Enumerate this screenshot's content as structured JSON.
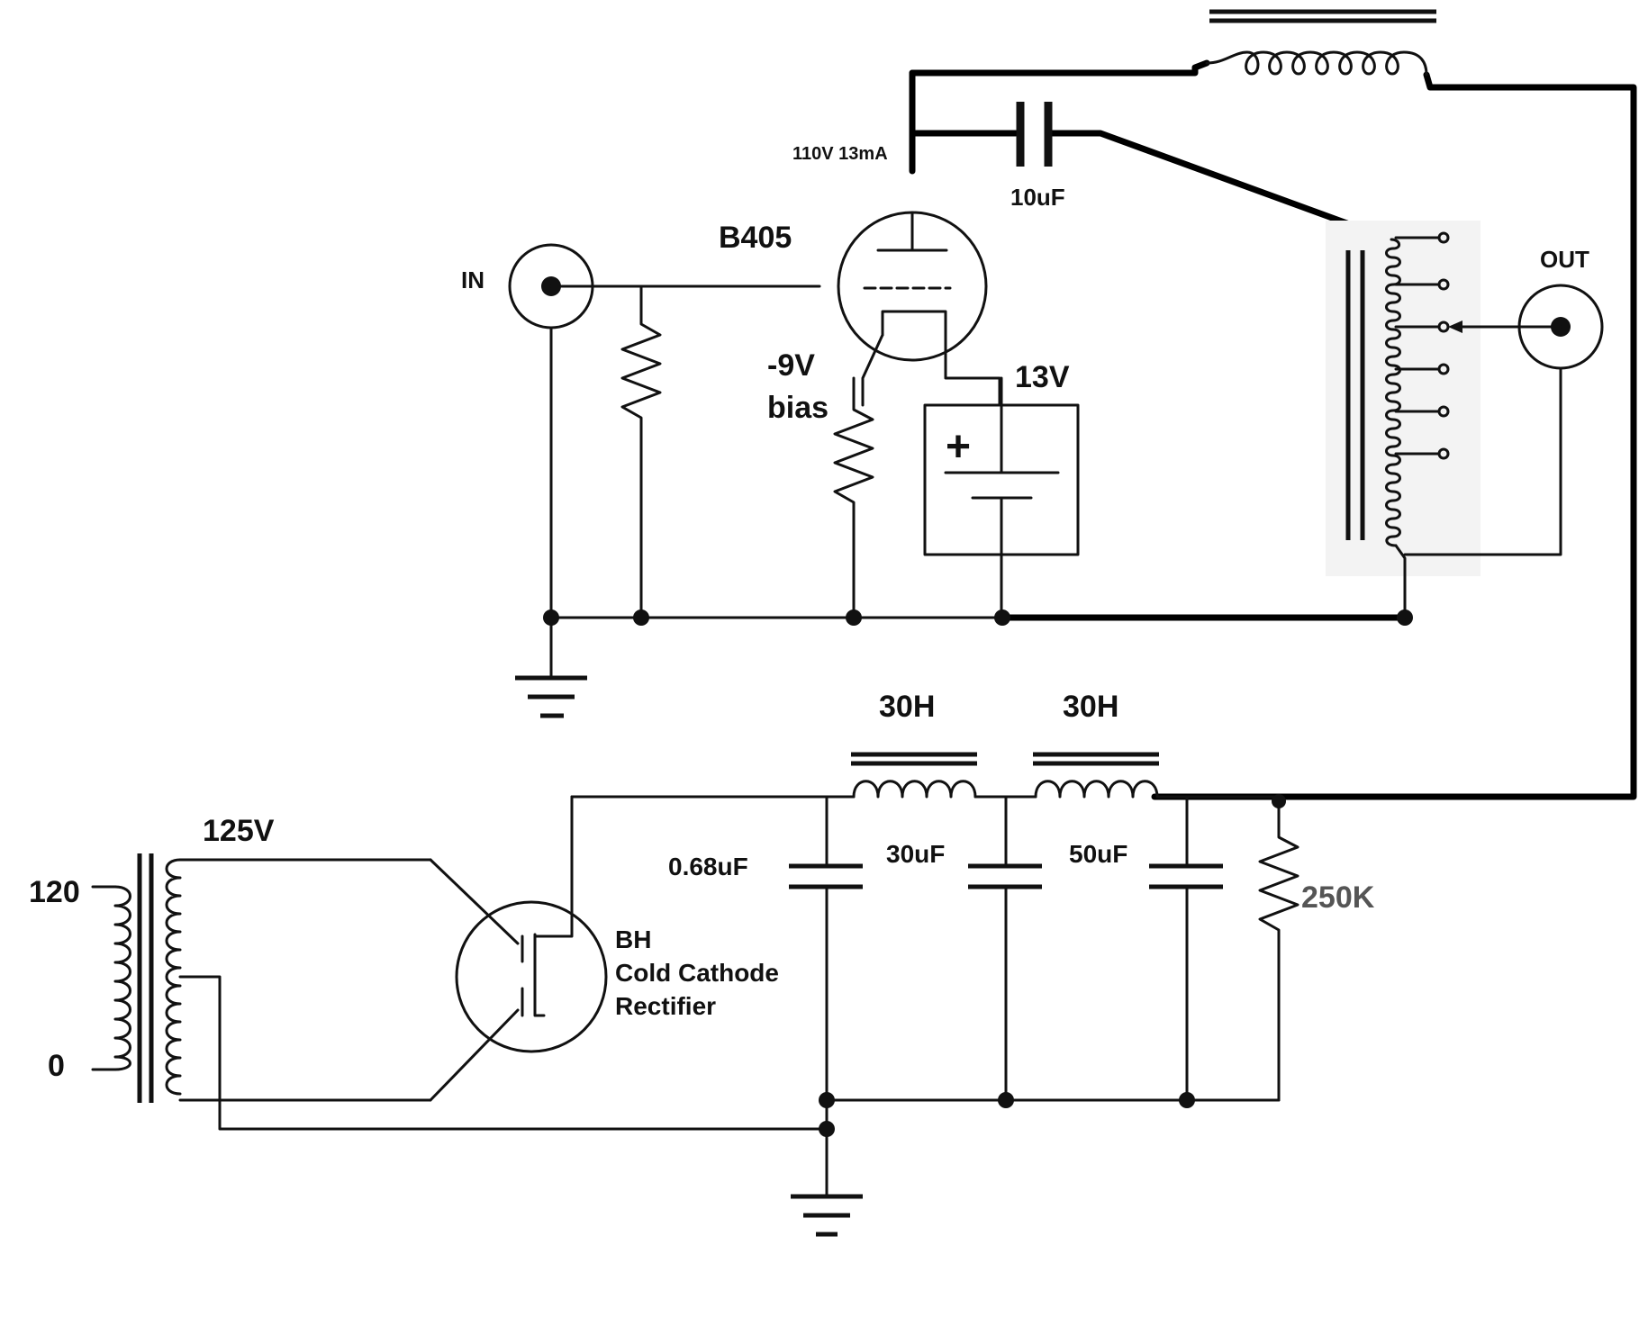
{
  "labels": {
    "input": "IN",
    "output": "OUT",
    "tube": "B405",
    "plate": "110V 13mA",
    "coupling_cap": "10uF",
    "bias_1": "-9V",
    "bias_2": "bias",
    "battery": "13V",
    "choke_1": "30H",
    "choke_2": "30H",
    "cap_1": "0.68uF",
    "cap_2": "30uF",
    "cap_3": "50uF",
    "bleeder": "250K",
    "primary_top": "120",
    "primary_bottom": "0",
    "secondary": "125V",
    "rectifier_1": "BH",
    "rectifier_2": "Cold Cathode",
    "rectifier_3": "Rectifier",
    "battery_plus": "+"
  }
}
